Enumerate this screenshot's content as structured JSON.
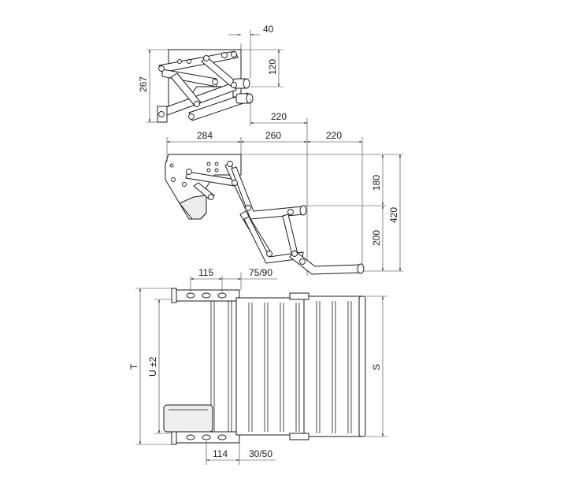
{
  "top_view": {
    "dim_offset": "40",
    "dim_bracket_height": "120",
    "dim_total_height": "267",
    "dim_step_reach": "220"
  },
  "side_view": {
    "dim_bracket_width": "284",
    "dim_first_step": "260",
    "dim_second_step": "220",
    "dim_upper_drop": "180",
    "dim_lower_drop": "200",
    "dim_total_drop": "420"
  },
  "plan_view": {
    "dim_hole_spacing_top": "115",
    "dim_edge_top": "75/90",
    "dim_hole_spacing_bottom": "114",
    "dim_edge_bottom": "30/50",
    "label_t": "T",
    "label_u": "U ±2",
    "label_s": "S"
  }
}
